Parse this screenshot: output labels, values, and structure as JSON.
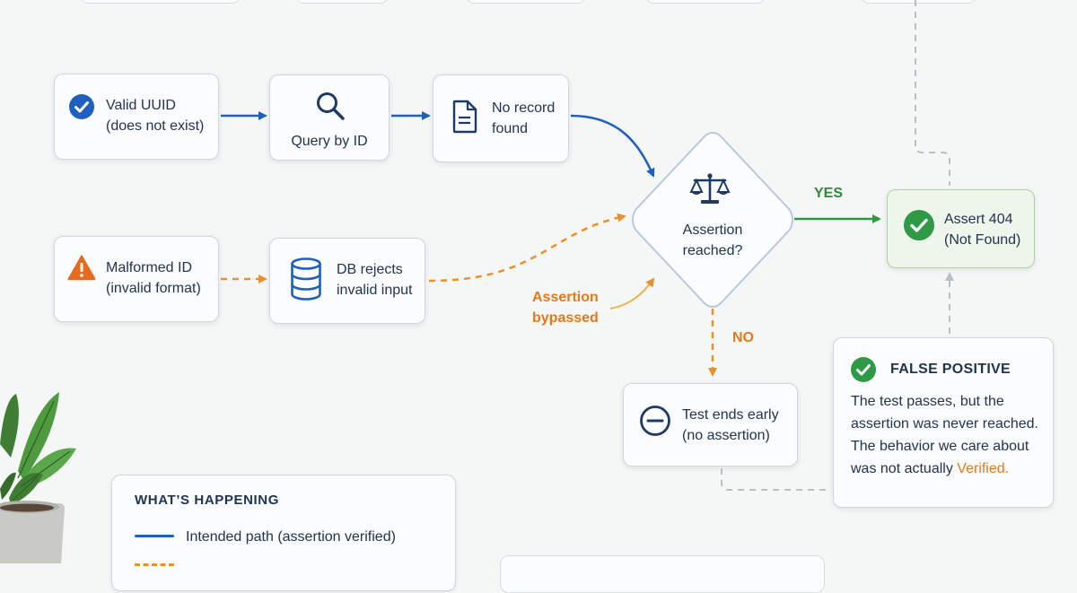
{
  "nodes": {
    "valid_uuid": {
      "line1": "Valid UUID",
      "line2": "(does not exist)"
    },
    "query": {
      "label": "Query by ID"
    },
    "no_record": {
      "line1": "No record",
      "line2": "found"
    },
    "malformed": {
      "line1": "Malformed ID",
      "line2": "(invalid format)"
    },
    "db_rejects": {
      "line1": "DB rejects",
      "line2": "invalid input"
    },
    "decision": {
      "line1": "Assertion",
      "line2": "reached?"
    },
    "assert404": {
      "line1": "Assert 404",
      "line2": "(Not Found)"
    },
    "test_ends": {
      "line1": "Test ends early",
      "line2": "(no assertion)"
    }
  },
  "edge_labels": {
    "yes": "YES",
    "no": "NO",
    "bypassed_line1": "Assertion",
    "bypassed_line2": "bypassed"
  },
  "false_positive": {
    "title": "FALSE POSITIVE",
    "line1": "The test passes, but the",
    "line2": "assertion was never reached.",
    "line3": "The behavior we care about",
    "line4_prefix": "was not actually ",
    "line4_highlight": "Verified."
  },
  "legend": {
    "title": "WHAT’S HAPPENING",
    "intended": "Intended path (assertion verified)"
  },
  "colors": {
    "blue": "#1f5fbf",
    "orange": "#e8912d",
    "green": "#2f9a45",
    "gray_dashed": "#b9bfc6",
    "false_positive_highlight": "#e07a1f"
  },
  "icons": {
    "valid_uuid": "check-circle-icon",
    "query": "magnifier-icon",
    "no_record": "document-icon",
    "malformed": "warning-triangle-icon",
    "db_rejects": "database-icon",
    "decision": "scales-icon",
    "assert404": "check-circle-icon",
    "test_ends": "minus-circle-icon",
    "false_positive": "check-circle-icon",
    "decor": "potted-plant"
  }
}
